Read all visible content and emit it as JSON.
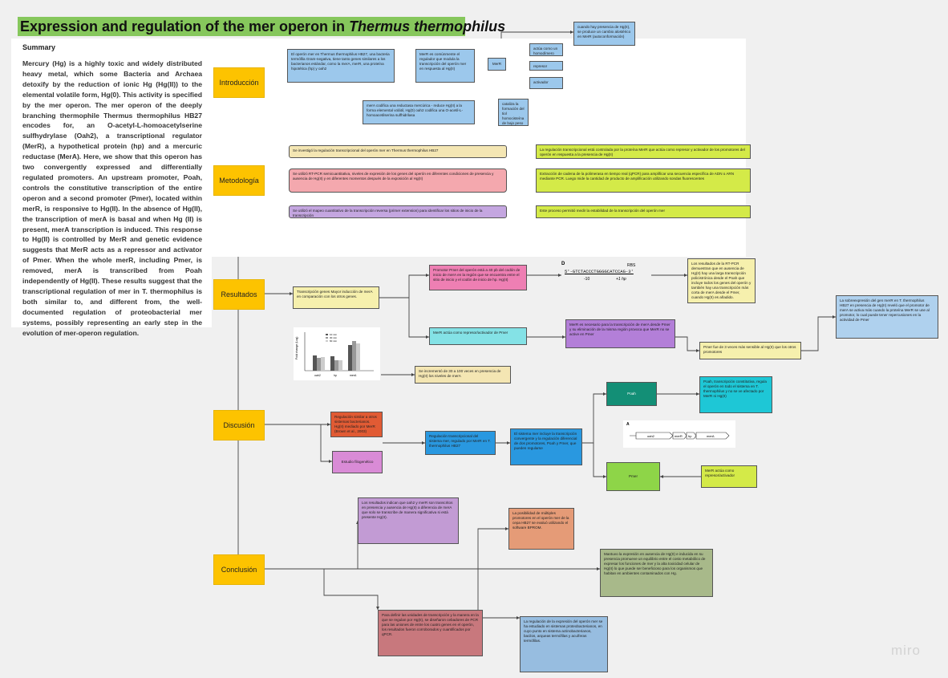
{
  "title": {
    "main": "Expression and regulation of the mer operon in ",
    "italic": "Thermus thermophilus"
  },
  "summary": {
    "heading": "Summary",
    "text": "Mercury (Hg) is a highly toxic and widely distributed heavy metal, which some Bacteria and Archaea detoxify by the reduction of ionic Hg (Hg(II)) to the elemental volatile form, Hg(0). This activity is specified by the mer operon. The mer operon of the deeply branching thermophile Thermus thermophilus HB27 encodes for, an O-acetyl-L-homoacetylserine sulfhydrylase (Oah2), a transcriptional regulator (MerR), a hypothetical protein (hp) and a mercuric reductase (MerA). Here, we show that this operon has two convergently expressed and differentially regulated promoters. An upstream promoter, Poah, controls the constitutive transcription of the entire operon and a second promoter (Pmer), located within merR, is responsive to Hg(II). In the absence of Hg(II), the transcription of merA is basal and when Hg (II) is present, merA transcription is induced. This response to Hg(II) is controlled by MerR and genetic evidence suggests that MerR acts as a repressor and activator of Pmer. When the whole merR, including Pmer, is removed, merA is transcribed from Poah independently of Hg(II). These results suggest that the transcriptional regulation of mer in T. thermophilus is both similar to, and different from, the well-documented regulation of proteobacterial mer systems, possibly representing an early step in the evolution of mer-operon regulation."
  },
  "sections": {
    "intro": "Introducción",
    "method": "Metodología",
    "results": "Resultados",
    "discussion": "Discusión",
    "conclusion": "Conclusión"
  },
  "intro": {
    "b1": "El operón mer en Thermus thermophilus HB27, una bacteria termófila Gram-negativa, tiene tanto genes similares a los bacterianos estándar, como la merA, merR, una proteína hipotética (hp) y oah2",
    "b2": "MerR es comúnmente el regulador que modula la transcripción del operón mer en respuesta al Hg(II)",
    "b3": "merA codifica una reductasa mercúrica - reduce Hg(II) a la forma elemental volátil, Hg(0)\noah2 codifica una O-acetil-L-homoacetilserina sulfhidrilasa",
    "b4": "cataliza la formación del tiol homocisteína de bajo peso molecular",
    "merr": "MerR",
    "b5": "cuando hay presencia de Hg(II), se produce un cambio alostérico en MerR (autoconformación)",
    "b6": "actúa como un homodímero",
    "b7": "represor",
    "b8": "activador"
  },
  "method": {
    "m1": "Se investigó la regulación transcripcional del operón mer en Thermus thermophilus HB27",
    "m2": "Se utilizó RT-PCR semicuantitativa, niveles de expresión de los genes del operón en diferentes condiciones de presencia y ausencia de Hg(II) y en diferentes momentos después de la exposición al Hg(II)",
    "m3": "Se utilizó el mapeo cuantitativo de la transcripción reversa (primer extension) para identificar los sitios de inicio de la transcripción",
    "r1": "La regulación transcripcional está controlada por la proteína MerR que actúa como represor y activador de los promotores del operón en respuesta a la presencia de Hg(II)",
    "r2": "Extracción de cadena de la polimerasa en tiempo real (qPCR) para amplificar una secuencia específica de ADN o ARN mediante PCR. Luego mide la cantidad de producto de amplificación utilizando sondas fluorescentes",
    "r3": "Este proceso permitió medir la estabilidad de la transcripción del operón mer"
  },
  "results": {
    "res1": "Transcripción genes\nMayor inducción de merA en comparación con los otros genes.",
    "res2": "Promotor Pmer del operón está a 40 pb del codón de inicio de merA en la región que se encuentra entre el sitio de inicio y el codón de inicio de hp. Hg(II)",
    "dna_label": "D",
    "dna_rbs": "RBS",
    "dna_seq": "5'-GTCTACCCTGGGGCATCCAG-3'",
    "dna_pos1": "-10",
    "dna_pos2": "+1 hp",
    "res3": "Los resultados de la RT-PCR demuestran que en ausencia de Hg(II) hay una larga transcripción policistrónica desde el Poah que incluye todos los genes del operón y también hay una transcripción más corta de merA desde el Pmer, cuando Hg(II) es añadido.",
    "res4": "MerR actúa como represor/activador de Pmer",
    "res5": "MerR es necesario para la transcripción de merA desde Pmer y su eliminación de la misma región provoca que MerR no se active en Pmer",
    "res6": "Pmer fue de 3 veces más sensible al Hg(II) que los otros promotores",
    "res7": "La sobreexpresión del gen merR en T. thermophilus HB27 en presencia de Hg(II) reveló que el promotor de merA se activa más cuando la proteína MerR se une al promotor, lo cual puede tener repercusiones en la actividad de Pmer",
    "res8": "Se incrementó de 30 a 100 veces en presencia de Hg(II) los niveles de merA",
    "chart_ylabel": "Fold change (Log)",
    "chart_cats": [
      "oah2",
      "hp",
      "merA"
    ],
    "chart_legend": [
      "10 min",
      "30 min",
      "60 min"
    ]
  },
  "discussion": {
    "d1": "Regulación similar a otros sistemas bacterianos. Hg(II) mediado por MerR (Brown et al., 2003)",
    "d2": "Estudio filogenético",
    "d3": "Regulación transcripcional del sistema mer, regulado por MerR en T. thermophilus HB27",
    "d4": "El sistema mer incluye la transcripción convergente y la regulación diferencial de dos promotores, Poah y Pmer, que pueden regularse",
    "d5": "Poah",
    "d6": "Poah, transcripción constitutiva, regula el operón en todo el sistema en T. thermophilus y no se ve afectado por MerR ni Hg(II)",
    "d7": "Pmer",
    "d8": "MerR actúa como represor/activador",
    "fig_a": "A",
    "genes": [
      "oah2",
      "merR",
      "hp",
      "merA"
    ]
  },
  "conclusion": {
    "c1": "Los resultados indican que oah2 y merR son transcritos en presencia y ausencia de Hg(II) a diferencia de merA que solo se transcribe de manera significativa si está presente Hg(II).",
    "c2": "La posibilidad de múltiples promotores en el operón mer de la cepa HB27 se evaluó utilizando el software BPROM.",
    "c3": "Mantuvo la expresión en ausencia de Hg(II) e inducida en su presencia promueve un equilibrio entre el costo metabólico de expresar los funciones de mer y la alta toxicidad celular de Hg(II) lo que puede ser beneficioso para los organismos que habitan en ambientes contaminados con Hg.",
    "c4": "Para definir las unidades de transcripción y la manera en la que se regulan por Hg(II), se diseñaron cebadores de PCR para las uniones de entre los cuatro genes en el operón, los resultados fueron corroborados y cuantificados por qPCR.",
    "c5": "La regulación de la expresión del operón mer se ha estudiado en sistemas proteobacterianos, en cuyo punto en sistema actinobacterianos, bacilos, arqueas termófilas y acuíferas termófilas."
  },
  "watermark": "miro",
  "colors": {
    "section": "#fdc300",
    "title_bg": "#86c75c"
  }
}
